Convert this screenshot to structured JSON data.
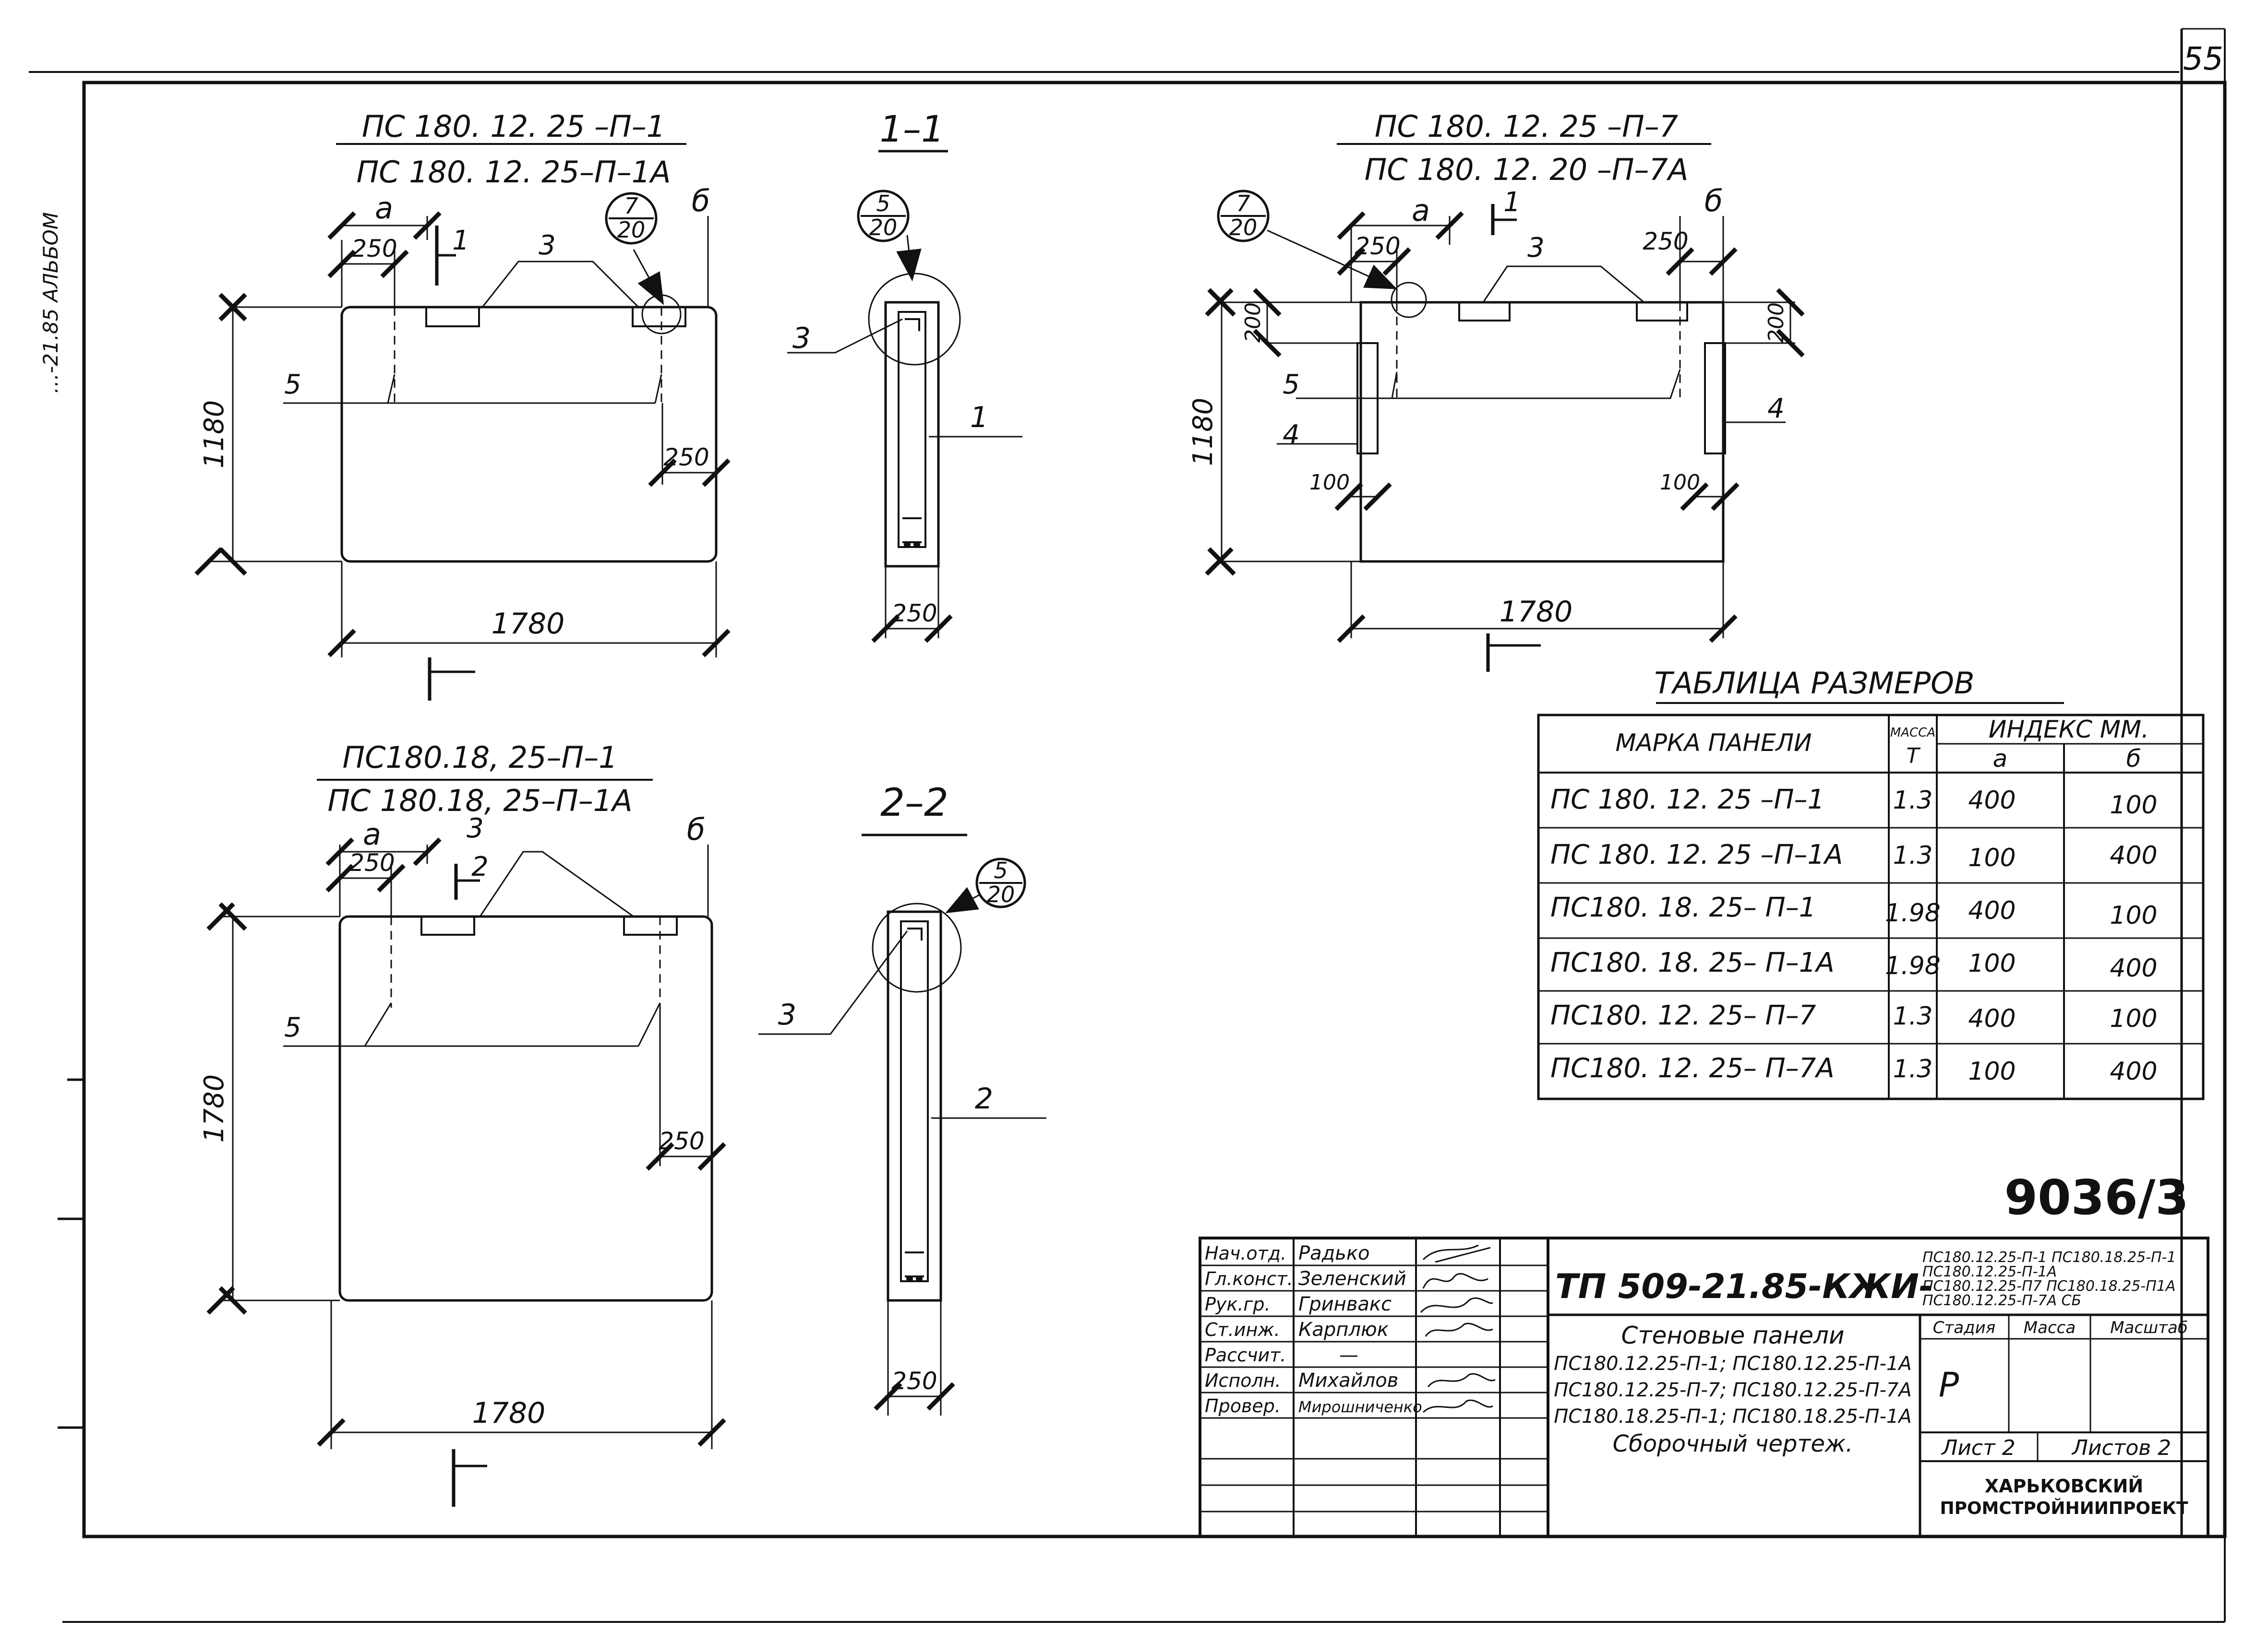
{
  "sheet": {
    "number": "55",
    "side_note": "…-21.85 АЛЬБОМ",
    "code": "9036/3"
  },
  "drawing_a": {
    "title_1": "ПС 180. 12. 25 –П–1",
    "title_2": "ПС 180. 12. 25–П–1А",
    "dim_a": "а",
    "dim_b": "б",
    "dim_250_left": "250",
    "dim_250_right": "250",
    "height": "1180",
    "width": "1780",
    "callout_num": "7",
    "callout_den": "20",
    "item_3": "3",
    "item_5": "5",
    "section_mark": "1"
  },
  "section_1": {
    "title": "1–1",
    "callout_num": "5",
    "callout_den": "20",
    "item_3": "3",
    "item_1": "1",
    "thickness": "250"
  },
  "drawing_b": {
    "title_1": "ПС 180. 12. 25 –П–7",
    "title_2": "ПС 180. 12. 20 –П–7А",
    "dim_a": "а",
    "dim_b": "б",
    "dim_250_left": "250",
    "dim_250_right": "250",
    "dim_200_left": "200",
    "dim_200_right": "200",
    "dim_100_left": "100",
    "dim_100_right": "100",
    "height": "1180",
    "width": "1780",
    "callout_num": "7",
    "callout_den": "20",
    "item_3": "3",
    "item_5": "5",
    "item_4_left": "4",
    "item_4_right": "4",
    "section_mark": "1"
  },
  "drawing_c": {
    "title_1": "ПС180.18, 25–П–1",
    "title_2": "ПС 180.18, 25–П–1А",
    "dim_a": "а",
    "dim_b": "б",
    "dim_250_left": "250",
    "dim_250_right": "250",
    "height": "1780",
    "width": "1780",
    "item_3": "3",
    "item_5": "5",
    "section_mark": "2"
  },
  "section_2": {
    "title": "2–2",
    "callout_num": "5",
    "callout_den": "20",
    "item_3": "3",
    "item_2": "2",
    "thickness": "250"
  },
  "size_table": {
    "title": "ТАБЛИЦА РАЗМЕРОВ",
    "col_mark": "МАРКА ПАНЕЛИ",
    "col_mass_1": "МАССА",
    "col_mass_2": "Т",
    "col_index": "ИНДЕКС ММ.",
    "col_a": "а",
    "col_b": "б",
    "rows": [
      {
        "mark": "ПС 180. 12. 25 –П–1",
        "mass": "1.3",
        "a": "400",
        "b": "100"
      },
      {
        "mark": "ПС 180. 12. 25 –П–1А",
        "mass": "1.3",
        "a": "100",
        "b": "400"
      },
      {
        "mark": "ПС180. 18. 25– П–1",
        "mass": "1.98",
        "a": "400",
        "b": "100"
      },
      {
        "mark": "ПС180. 18. 25– П–1А",
        "mass": "1.98",
        "a": "100",
        "b": "400"
      },
      {
        "mark": "ПС180. 12. 25– П–7",
        "mass": "1.3",
        "a": "400",
        "b": "100"
      },
      {
        "mark": "ПС180. 12. 25– П–7А",
        "mass": "1.3",
        "a": "100",
        "b": "400"
      }
    ]
  },
  "title_block": {
    "roles": [
      {
        "role": "Нач.отд.",
        "name": "Радько"
      },
      {
        "role": "Гл.конст.",
        "name": "Зеленский"
      },
      {
        "role": "Рук.гр.",
        "name": "Гринвакс"
      },
      {
        "role": "Ст.инж.",
        "name": "Карплюк"
      },
      {
        "role": "Рассчит.",
        "name": "—"
      },
      {
        "role": "Исполн.",
        "name": "Михайлов"
      },
      {
        "role": "Провер.",
        "name": "Мирошниченко"
      }
    ],
    "doc_code": "ТП 509-21.85-КЖИ-",
    "doc_marks": [
      "ПС180.12.25-П-1 ПС180.18.25-П-1",
      "ПС180.12.25-П-1А",
      "ПС180.12.25-П7 ПС180.18.25-П1А",
      "ПС180.12.25-П-7А    СБ"
    ],
    "description": [
      "Стеновые панели",
      "ПС180.12.25-П-1; ПС180.12.25-П-1А",
      "ПС180.12.25-П-7; ПС180.12.25-П-7А",
      "ПС180.18.25-П-1; ПС180.18.25-П-1А",
      "Сборочный чертеж."
    ],
    "col_stage": "Стадия",
    "col_mass": "Масса",
    "col_scale": "Масштаб",
    "stage_value": "Р",
    "sheet_label": "Лист 2",
    "sheets_label": "Листов 2",
    "org_1": "ХАРЬКОВСКИЙ",
    "org_2": "ПРОМСТРОЙНИИПРОЕКТ"
  }
}
